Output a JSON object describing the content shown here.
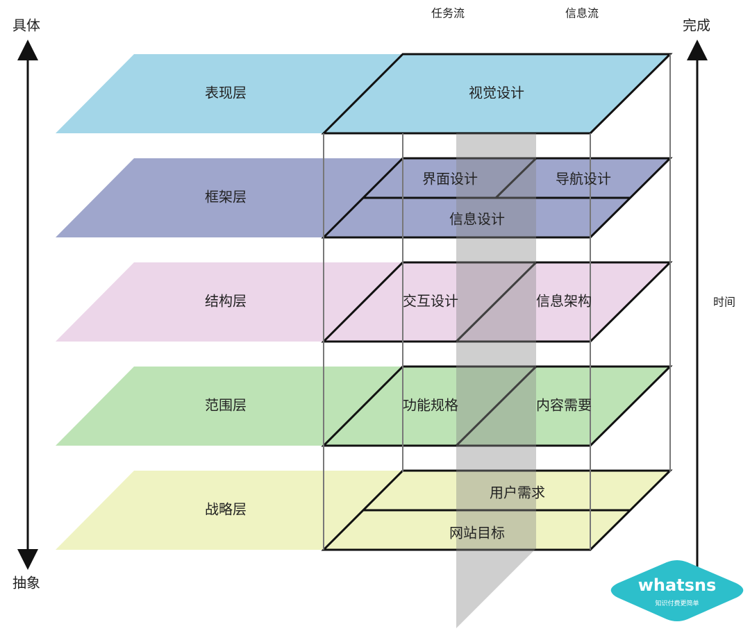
{
  "axis_left": {
    "top": "具体",
    "bottom": "抽象"
  },
  "axis_right": {
    "top": "完成",
    "middle": "时间"
  },
  "flows": {
    "task": "任务流",
    "info": "信息流"
  },
  "layers": [
    {
      "name": "表现层",
      "color": "#a3d6e8",
      "cells": [
        "视觉设计"
      ]
    },
    {
      "name": "框架层",
      "color": "#9fa6cc",
      "cells": [
        "界面设计",
        "导航设计",
        "信息设计"
      ]
    },
    {
      "name": "结构层",
      "color": "#ecd6e9",
      "cells": [
        "交互设计",
        "信息架构"
      ]
    },
    {
      "name": "范围层",
      "color": "#bde3b5",
      "cells": [
        "功能规格",
        "内容需要"
      ]
    },
    {
      "name": "战略层",
      "color": "#eff3c2",
      "cells": [
        "用户需求",
        "网站目标"
      ]
    }
  ],
  "logo": {
    "text": "whatsns",
    "slogan": "知识付费更简单",
    "color": "#2dbfcb"
  }
}
